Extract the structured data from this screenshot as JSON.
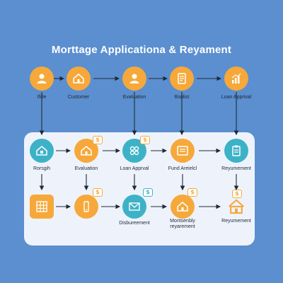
{
  "diagram": {
    "title": "Morttage Applicationa & Reyament",
    "top_row": [
      {
        "label": "Ifitle",
        "icon": "person-icon",
        "color": "#f6a83a"
      },
      {
        "label": "Customer",
        "icon": "house-icon",
        "color": "#f6a83a"
      },
      {
        "label": "Evaluation",
        "icon": "person-icon",
        "color": "#f6a83a"
      },
      {
        "label": "Bsolist",
        "icon": "document-icon",
        "color": "#f6a83a"
      },
      {
        "label": "Loan Apprival",
        "icon": "chart-icon",
        "color": "#f6a83a"
      }
    ],
    "panel_row1": [
      {
        "label": "Rorsgih",
        "icon": "house-icon",
        "color": "#3db2c7"
      },
      {
        "label": "Evaluation",
        "icon": "house-icon",
        "color": "#f6a83a",
        "badge": "$"
      },
      {
        "label": "Loan Apprval",
        "icon": "grid-icon",
        "color": "#3db2c7",
        "badge": "$"
      },
      {
        "label": "Fund Areielcl",
        "icon": "document-icon",
        "color": "#f6a83a"
      },
      {
        "label": "Reyumement",
        "icon": "clipboard-icon",
        "color": "#3db2c7"
      }
    ],
    "panel_row2": [
      {
        "label": "",
        "icon": "calculator-icon",
        "color": "#f6a83a"
      },
      {
        "label": "",
        "icon": "phone-icon",
        "color": "#f6a83a",
        "badge": "$"
      },
      {
        "label": "Disbureement",
        "icon": "envelope-icon",
        "color": "#3db2c7",
        "badge": "$"
      },
      {
        "label": "Montsenbly reyarement",
        "icon": "house-icon",
        "color": "#f6a83a",
        "badge": "$"
      },
      {
        "label": "Reyumement",
        "icon": "house-icon",
        "color": "#f6a83a",
        "badge": "$"
      }
    ]
  }
}
